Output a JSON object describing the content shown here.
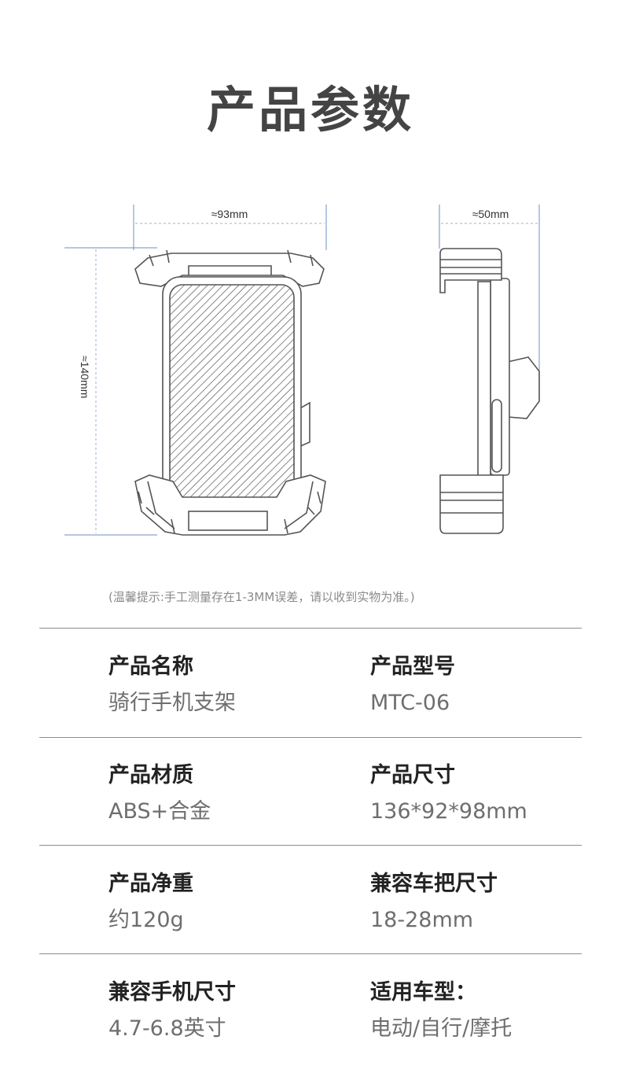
{
  "title": "产品参数",
  "diagram": {
    "width_label": "≈93mm",
    "height_label": "≈140mm",
    "depth_label": "≈50mm"
  },
  "note": "(温馨提示:手工测量存在1-3MM误差，请以收到实物为准。)",
  "specs": [
    {
      "label": "产品名称",
      "value": "骑行手机支架"
    },
    {
      "label": "产品型号",
      "value": "MTC-06"
    },
    {
      "label": "产品材质",
      "value": "ABS+合金"
    },
    {
      "label": "产品尺寸",
      "value": "136*92*98mm"
    },
    {
      "label": "产品净重",
      "value": "约120g"
    },
    {
      "label": "兼容车把尺寸",
      "value": "18-28mm"
    },
    {
      "label": "兼容手机尺寸",
      "value": "4.7-6.8英寸"
    },
    {
      "label": "适用车型：",
      "value": "电动/自行/摩托"
    }
  ]
}
